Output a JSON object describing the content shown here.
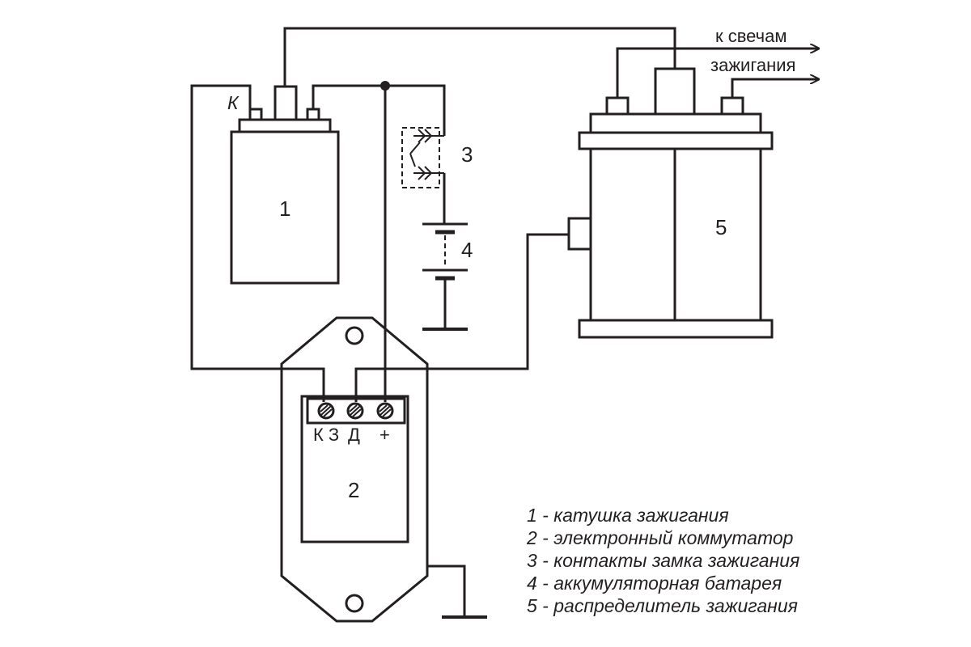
{
  "labels": {
    "k_coil": "К",
    "num1": "1",
    "num2": "2",
    "num3": "3",
    "num4": "4",
    "num5": "5",
    "term_kz": "К З",
    "term_d": "Д",
    "term_plus": "+",
    "spark_line1": "к свечам",
    "spark_line2": "зажигания"
  },
  "legend": [
    "1 - катушка зажигания",
    "2 - электронный коммутатор",
    "3 - контакты замка зажигания",
    "4 - аккумуляторная батарея",
    "5 - распределитель зажигания"
  ]
}
